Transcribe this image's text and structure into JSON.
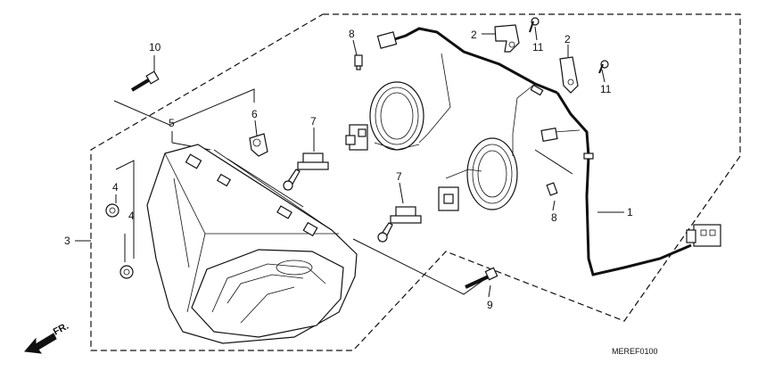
{
  "diagram": {
    "drawing_code": "MEREF0100",
    "direction_label": "FR.",
    "callouts": [
      "1",
      "2",
      "2",
      "3",
      "4",
      "4",
      "5",
      "6",
      "7",
      "7",
      "8",
      "8",
      "9",
      "10",
      "11",
      "11"
    ]
  }
}
